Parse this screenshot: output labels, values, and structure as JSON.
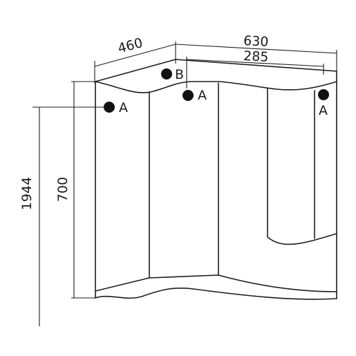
{
  "dimensions": {
    "depth": "460",
    "width": "630",
    "inner_width": "285",
    "cabinet_height": "700",
    "mount_height": "1944"
  },
  "markers": {
    "b_top": "B",
    "a_left": "A",
    "a_center": "A",
    "a_right": "A"
  }
}
